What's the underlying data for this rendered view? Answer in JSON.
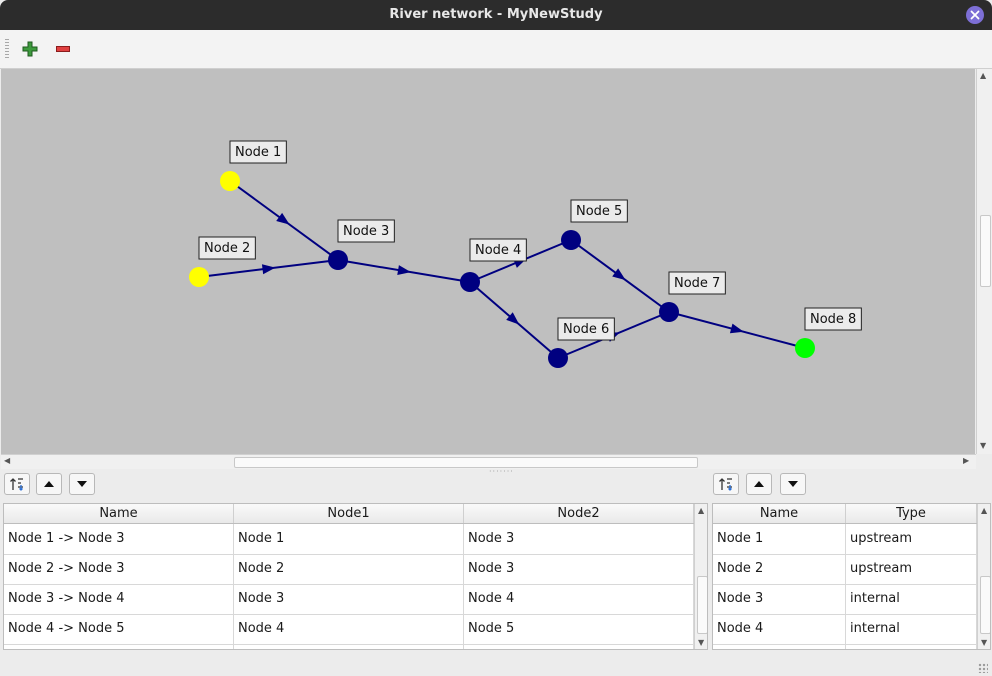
{
  "window": {
    "title": "River network - MyNewStudy"
  },
  "toolbar": {
    "add_icon": "plus-icon",
    "remove_icon": "minus-icon"
  },
  "network": {
    "nodes": [
      {
        "label": "Node 1",
        "type": "upstream",
        "color": "#ffff00"
      },
      {
        "label": "Node 2",
        "type": "upstream",
        "color": "#ffff00"
      },
      {
        "label": "Node 3",
        "type": "internal",
        "color": "#000080"
      },
      {
        "label": "Node 4",
        "type": "internal",
        "color": "#000080"
      },
      {
        "label": "Node 5",
        "type": "internal",
        "color": "#000080"
      },
      {
        "label": "Node 6",
        "type": "internal",
        "color": "#000080"
      },
      {
        "label": "Node 7",
        "type": "internal",
        "color": "#000080"
      },
      {
        "label": "Node 8",
        "type": "downstream",
        "color": "#00ff00"
      }
    ],
    "edge_color": "#000080",
    "background": "#bfbfbf"
  },
  "edges_table": {
    "headers": [
      "Name",
      "Node1",
      "Node2"
    ],
    "rows": [
      [
        "Node 1 -> Node 3",
        "Node 1",
        "Node 3"
      ],
      [
        "Node 2 -> Node 3",
        "Node 2",
        "Node 3"
      ],
      [
        "Node 3 -> Node 4",
        "Node 3",
        "Node 4"
      ],
      [
        "Node 4 -> Node 5",
        "Node 4",
        "Node 5"
      ]
    ]
  },
  "nodes_table": {
    "headers": [
      "Name",
      "Type"
    ],
    "rows": [
      [
        "Node 1",
        "upstream"
      ],
      [
        "Node 2",
        "upstream"
      ],
      [
        "Node 3",
        "internal"
      ],
      [
        "Node 4",
        "internal"
      ]
    ]
  }
}
